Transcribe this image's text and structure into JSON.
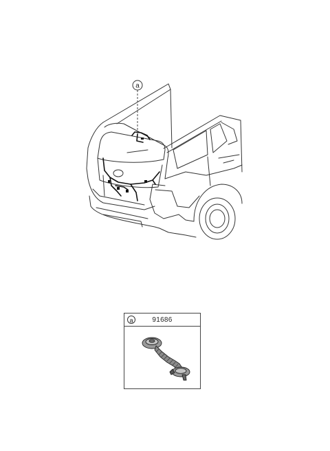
{
  "callout": {
    "label": "a"
  },
  "part_table": {
    "ref_label": "a",
    "part_number": "91686"
  },
  "icons": [
    "vehicle-rear-view-drawing",
    "wiring-harness-drawing"
  ]
}
